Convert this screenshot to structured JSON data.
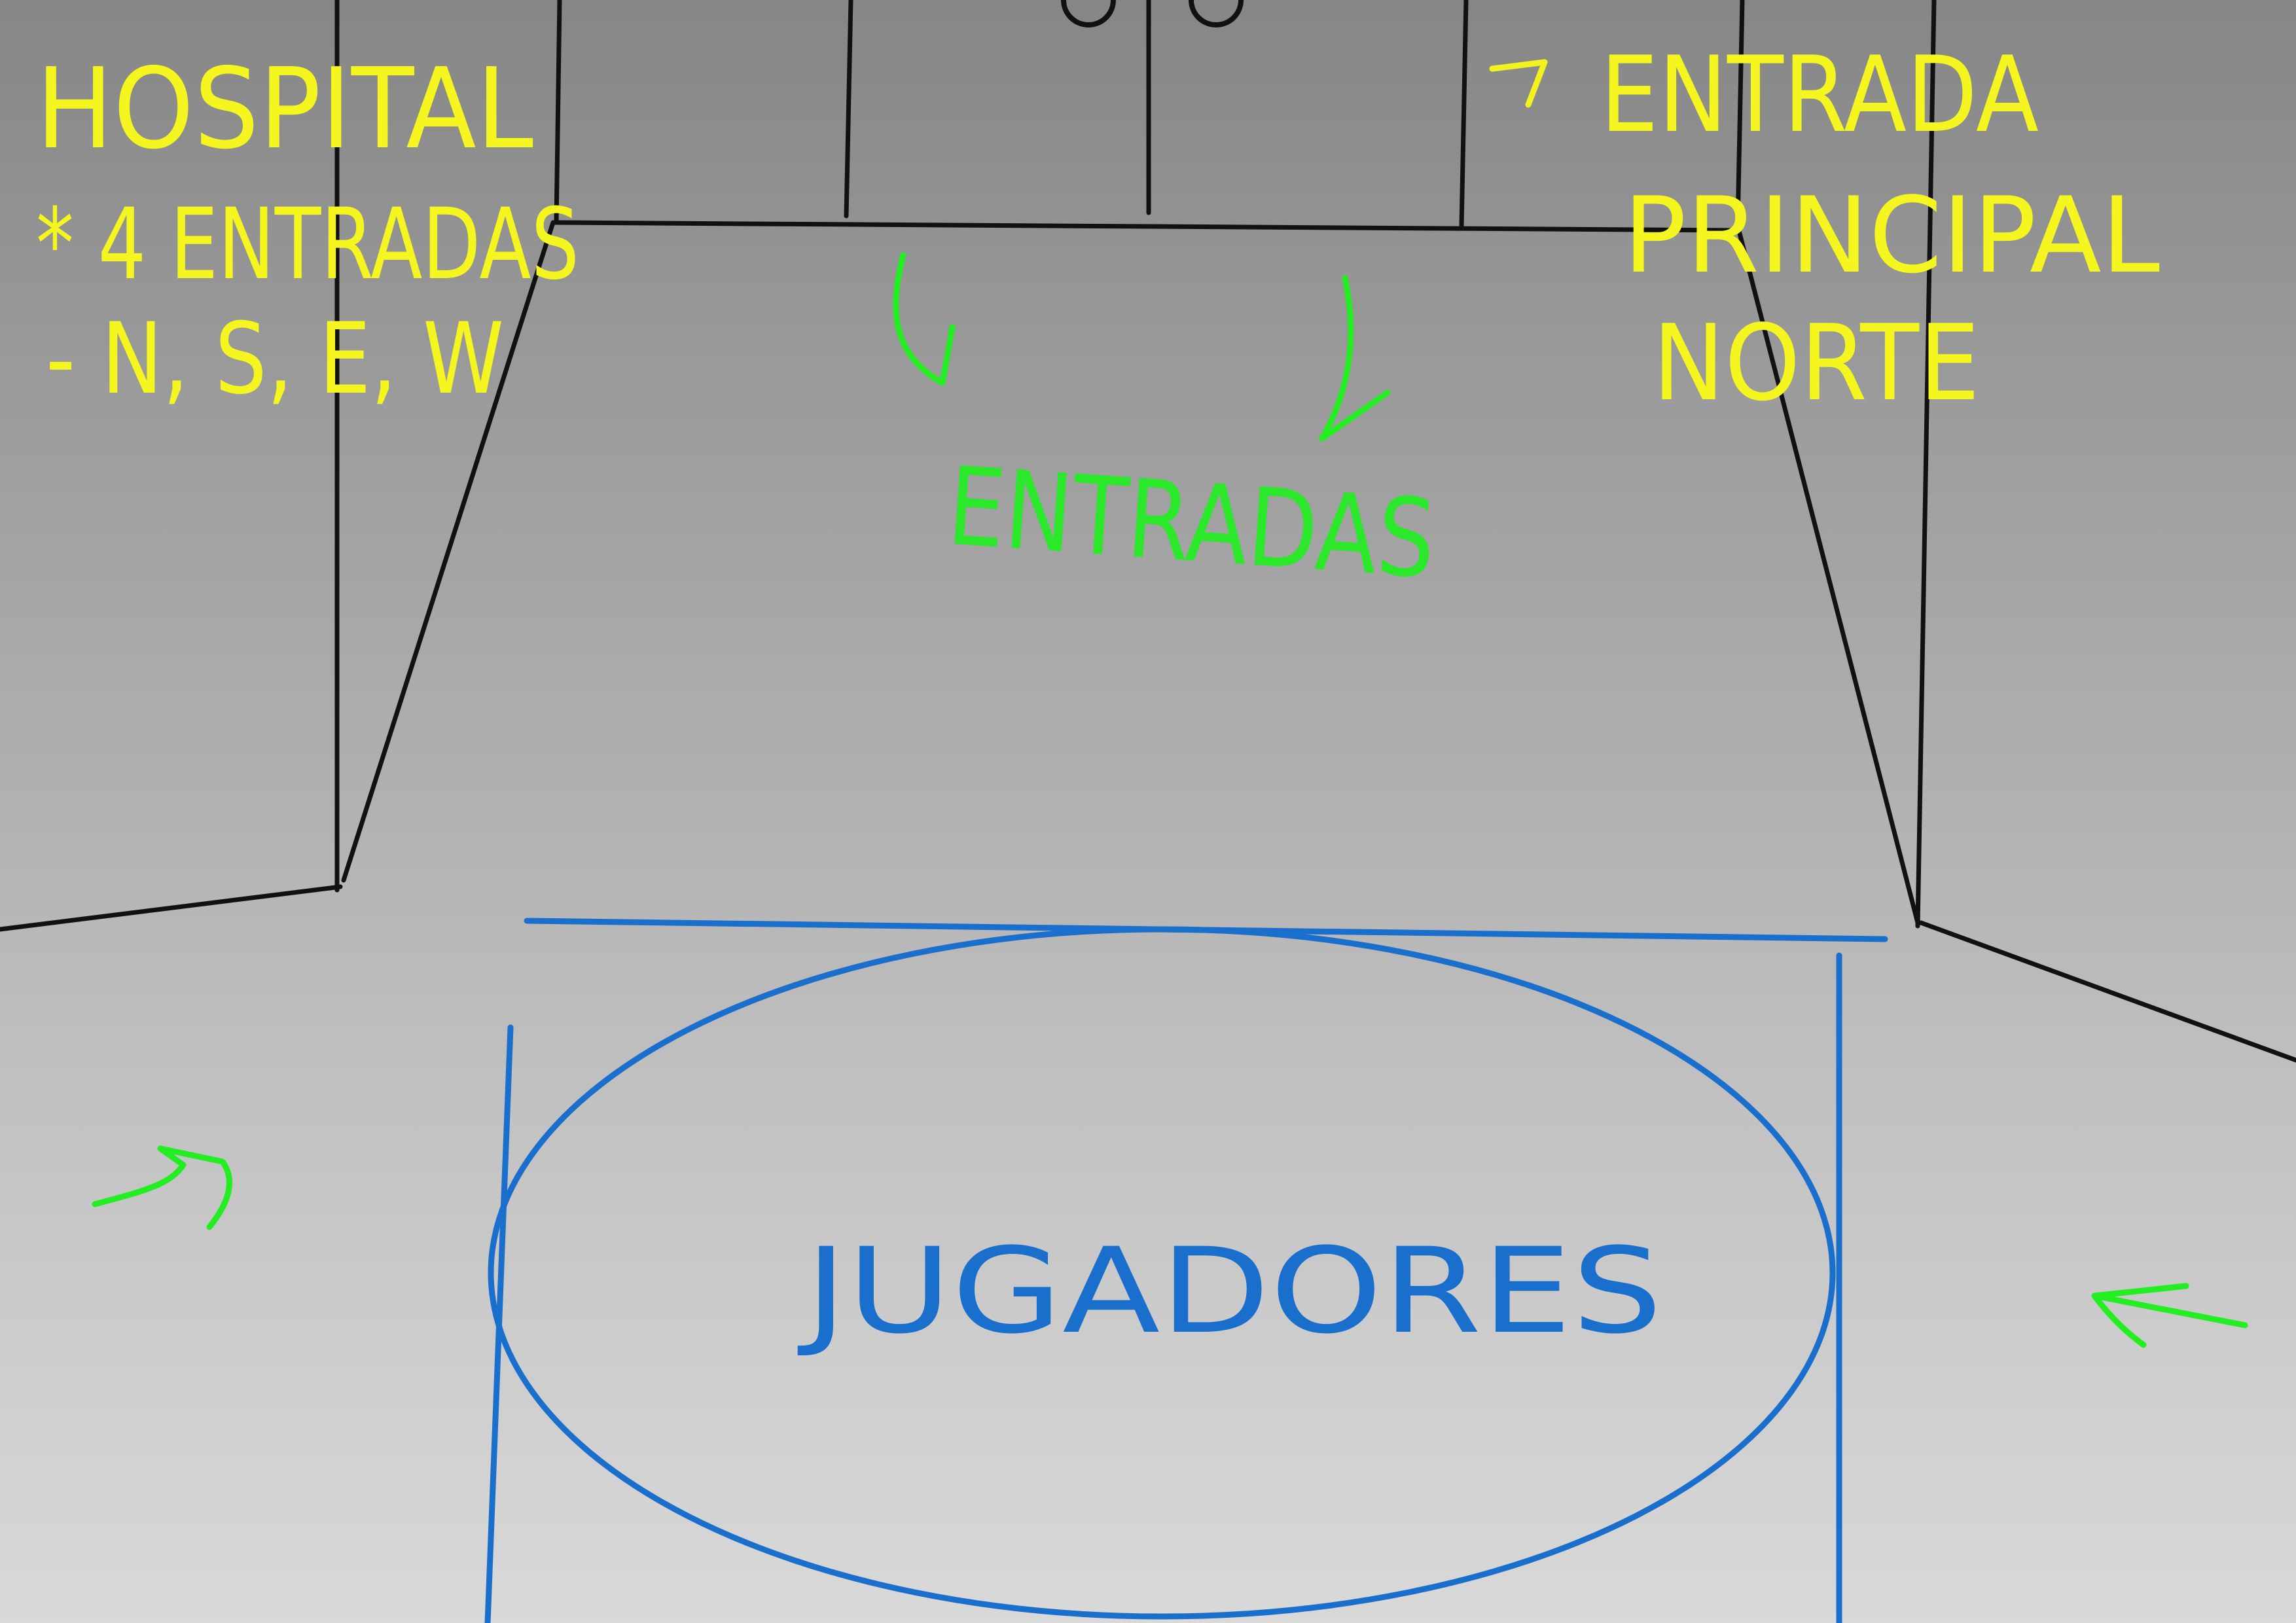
{
  "labels": {
    "hospital_title": "HOSPITAL",
    "entrances_count": "* 4 ENTRADAS",
    "directions": "- N, S, E, W",
    "main_entrance_line1": "ENTRADA",
    "main_entrance_line2": "PRINCIPAL",
    "main_entrance_line3": "NORTE",
    "entrances": "ENTRADAS",
    "players": "JUGADORES"
  },
  "colors": {
    "annotation_yellow": "#f5f520",
    "annotation_green": "#2be82b",
    "players_blue": "#1a6fcc",
    "walls": "#111111"
  },
  "icons": {
    "door_knobs": "door-knob-icon",
    "arrows": "arrow-icon"
  }
}
